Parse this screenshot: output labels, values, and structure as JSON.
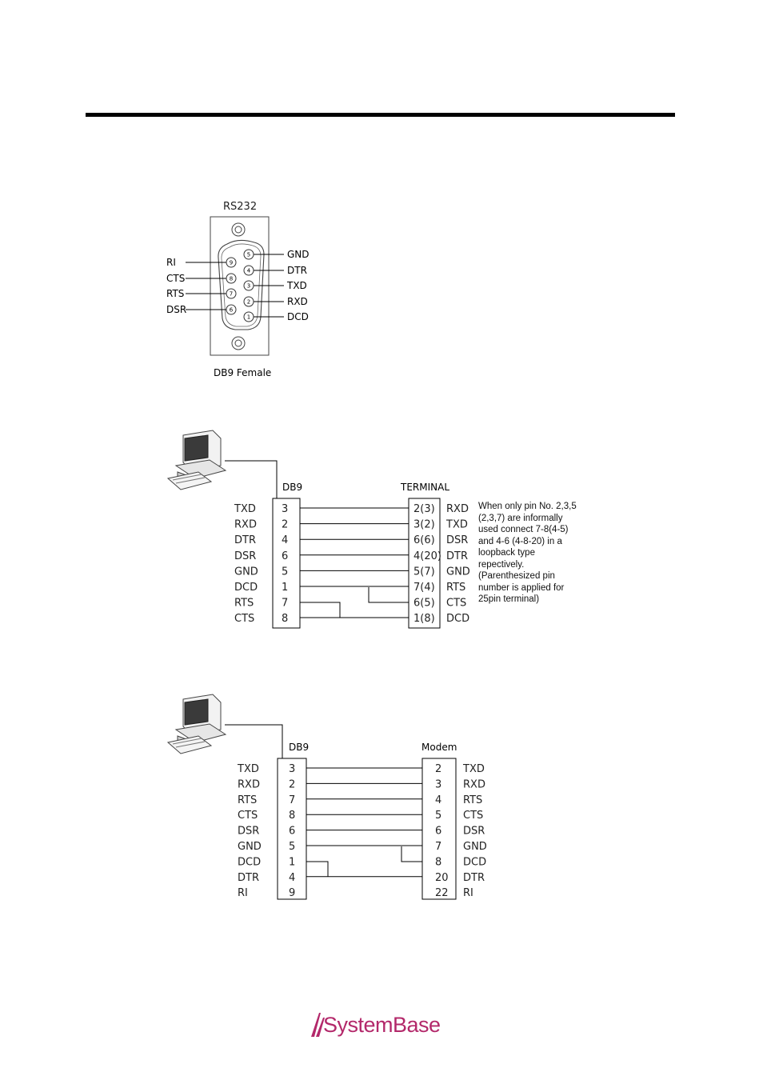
{
  "connector": {
    "title": "RS232",
    "caption": "DB9 Female",
    "left_labels": [
      "RI",
      "CTS",
      "RTS",
      "DSR"
    ],
    "left_pins": [
      "9",
      "8",
      "7",
      "6"
    ],
    "right_labels": [
      "GND",
      "DTR",
      "TXD",
      "RXD",
      "DCD"
    ],
    "right_pins": [
      "5",
      "4",
      "3",
      "2",
      "1"
    ]
  },
  "terminal_diagram": {
    "left_header": "DB9",
    "right_header": "TERMINAL",
    "left_signals": [
      "TXD",
      "RXD",
      "DTR",
      "DSR",
      "GND",
      "DCD",
      "RTS",
      "CTS"
    ],
    "left_pins": [
      "3",
      "2",
      "4",
      "6",
      "5",
      "1",
      "7",
      "8"
    ],
    "right_pins": [
      "2(3)",
      "3(2)",
      "6(6)",
      "4(20)",
      "5(7)",
      "7(4)",
      "6(5)",
      "1(8)"
    ],
    "right_signals": [
      "RXD",
      "TXD",
      "DSR",
      "DTR",
      "GND",
      "RTS",
      "CTS",
      "DCD"
    ],
    "note_lines": [
      "When only pin No. 2,3,5",
      "(2,3,7) are informally",
      "used connect 7-8(4-5)",
      "and 4-6 (4-8-20) in a",
      "loopback type",
      "repectively.",
      "(Parenthesized pin",
      "number is applied for",
      "25pin terminal)"
    ]
  },
  "modem_diagram": {
    "left_header": "DB9",
    "right_header": "Modem",
    "left_signals": [
      "TXD",
      "RXD",
      "RTS",
      "CTS",
      "DSR",
      "GND",
      "DCD",
      "DTR",
      "RI"
    ],
    "left_pins": [
      "3",
      "2",
      "7",
      "8",
      "6",
      "5",
      "1",
      "4",
      "9"
    ],
    "right_pins": [
      "2",
      "3",
      "4",
      "5",
      "6",
      "7",
      "8",
      "20",
      "22"
    ],
    "right_signals": [
      "TXD",
      "RXD",
      "RTS",
      "CTS",
      "DSR",
      "GND",
      "DCD",
      "DTR",
      "RI"
    ]
  },
  "footer": {
    "logo_text": "SystemBase",
    "brand_color": "#b3286a"
  }
}
